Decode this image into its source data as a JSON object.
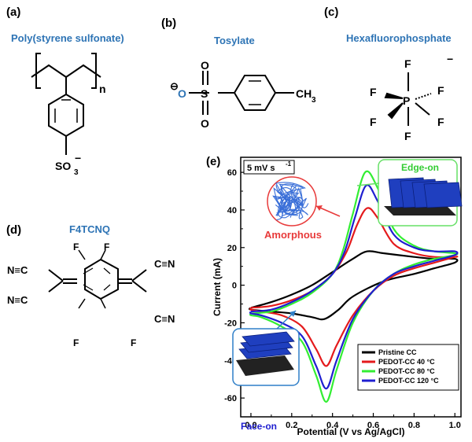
{
  "panels": {
    "a": {
      "label": "(a)",
      "title": "Poly(styrene sulfonate)",
      "subscript_n": "n",
      "group": "SO",
      "group_sub": "3",
      "charge": "−"
    },
    "b": {
      "label": "(b)",
      "title": "Tosylate",
      "charge_symbol": "⊖",
      "atom_o": "O",
      "atom_s": "S",
      "atom_o_top": "O",
      "atom_o_bottom": "O",
      "methyl": "CH",
      "methyl_sub": "3"
    },
    "c": {
      "label": "(c)",
      "title": "Hexafluorophosphate",
      "charge": "−",
      "center": "P",
      "ligand": "F"
    },
    "d": {
      "label": "(d)",
      "title": "F4TCNQ",
      "nitrile_left": "N≡C",
      "nitrile_right": "C≡N",
      "fluorine": "F"
    },
    "e": {
      "label": "(e)"
    }
  },
  "annotations": {
    "scan_rate": "5 mV s",
    "scan_rate_sup": "-1",
    "edge_on": "Edge-on",
    "amorphous": "Amorphous",
    "face_on": "Face-on"
  },
  "colors": {
    "title_blue": "#2e74b5",
    "pristine": "#000000",
    "pedot40": "#e41a1c",
    "pedot80": "#33ee33",
    "pedot120": "#1f1fd0",
    "edge_box": "#66e066",
    "amorphous_ring": "#e83a3a",
    "face_box": "#2f7fc8"
  },
  "chart_data": {
    "type": "line",
    "title": "",
    "xlabel": "Potential (V vs Ag/AgCl)",
    "ylabel": "Current (mA)",
    "xlim": [
      -0.05,
      1.03
    ],
    "ylim": [
      -70,
      68
    ],
    "xticks": [
      0.0,
      0.2,
      0.4,
      0.6,
      0.8,
      1.0
    ],
    "xtick_labels": [
      "0.0",
      "0.2",
      "0.4",
      "0.6",
      "0.8",
      "1.0"
    ],
    "yticks": [
      -60,
      -40,
      -20,
      0,
      20,
      40,
      60
    ],
    "ytick_labels": [
      "-60",
      "-40",
      "-20",
      "0",
      "20",
      "40",
      "60"
    ],
    "legend_position": "bottom-right",
    "series": [
      {
        "name": "Pristine CC",
        "color": "#000000",
        "forward": [
          [
            0.0,
            -12
          ],
          [
            0.1,
            -9
          ],
          [
            0.2,
            -5
          ],
          [
            0.3,
            0
          ],
          [
            0.4,
            7
          ],
          [
            0.5,
            14
          ],
          [
            0.57,
            18
          ],
          [
            0.65,
            17
          ],
          [
            0.8,
            15
          ],
          [
            0.9,
            14
          ],
          [
            1.0,
            14
          ]
        ],
        "reverse": [
          [
            1.0,
            12
          ],
          [
            0.9,
            9
          ],
          [
            0.8,
            6
          ],
          [
            0.65,
            2
          ],
          [
            0.5,
            -6
          ],
          [
            0.43,
            -13
          ],
          [
            0.36,
            -18
          ],
          [
            0.3,
            -17
          ],
          [
            0.2,
            -15
          ],
          [
            0.1,
            -14
          ],
          [
            0.0,
            -13
          ]
        ]
      },
      {
        "name": "PEDOT-CC 40 °C",
        "color": "#e41a1c",
        "forward": [
          [
            0.0,
            -12
          ],
          [
            0.1,
            -11
          ],
          [
            0.2,
            -8
          ],
          [
            0.3,
            -3
          ],
          [
            0.4,
            6
          ],
          [
            0.47,
            18
          ],
          [
            0.52,
            32
          ],
          [
            0.57,
            41
          ],
          [
            0.62,
            36
          ],
          [
            0.7,
            22
          ],
          [
            0.8,
            17
          ],
          [
            0.9,
            15
          ],
          [
            1.0,
            15
          ]
        ],
        "reverse": [
          [
            1.0,
            15
          ],
          [
            0.9,
            12
          ],
          [
            0.8,
            9
          ],
          [
            0.7,
            5
          ],
          [
            0.6,
            -3
          ],
          [
            0.5,
            -16
          ],
          [
            0.42,
            -32
          ],
          [
            0.37,
            -43
          ],
          [
            0.32,
            -34
          ],
          [
            0.25,
            -22
          ],
          [
            0.15,
            -16
          ],
          [
            0.05,
            -14
          ],
          [
            0.0,
            -13
          ]
        ]
      },
      {
        "name": "PEDOT-CC 80 °C",
        "color": "#33ee33",
        "forward": [
          [
            0.0,
            -15
          ],
          [
            0.1,
            -14
          ],
          [
            0.2,
            -10
          ],
          [
            0.3,
            -4
          ],
          [
            0.4,
            6
          ],
          [
            0.45,
            18
          ],
          [
            0.5,
            38
          ],
          [
            0.56,
            60
          ],
          [
            0.62,
            52
          ],
          [
            0.7,
            30
          ],
          [
            0.8,
            21
          ],
          [
            0.9,
            18
          ],
          [
            1.0,
            17
          ]
        ],
        "reverse": [
          [
            1.0,
            16
          ],
          [
            0.9,
            14
          ],
          [
            0.8,
            11
          ],
          [
            0.7,
            6
          ],
          [
            0.6,
            -3
          ],
          [
            0.5,
            -20
          ],
          [
            0.42,
            -45
          ],
          [
            0.37,
            -62
          ],
          [
            0.32,
            -48
          ],
          [
            0.25,
            -30
          ],
          [
            0.15,
            -22
          ],
          [
            0.05,
            -17
          ],
          [
            0.0,
            -16
          ]
        ]
      },
      {
        "name": "PEDOT-CC 120 °C",
        "color": "#1f1fd0",
        "forward": [
          [
            0.0,
            -14
          ],
          [
            0.1,
            -13
          ],
          [
            0.2,
            -9
          ],
          [
            0.3,
            -3
          ],
          [
            0.4,
            6
          ],
          [
            0.46,
            18
          ],
          [
            0.51,
            36
          ],
          [
            0.565,
            53
          ],
          [
            0.62,
            45
          ],
          [
            0.7,
            27
          ],
          [
            0.8,
            20
          ],
          [
            0.9,
            18
          ],
          [
            1.0,
            18
          ]
        ],
        "reverse": [
          [
            1.0,
            16
          ],
          [
            0.9,
            13
          ],
          [
            0.8,
            10
          ],
          [
            0.7,
            6
          ],
          [
            0.6,
            -3
          ],
          [
            0.5,
            -18
          ],
          [
            0.42,
            -40
          ],
          [
            0.37,
            -55
          ],
          [
            0.32,
            -43
          ],
          [
            0.25,
            -27
          ],
          [
            0.15,
            -20
          ],
          [
            0.05,
            -16
          ],
          [
            0.0,
            -15
          ]
        ]
      }
    ]
  }
}
